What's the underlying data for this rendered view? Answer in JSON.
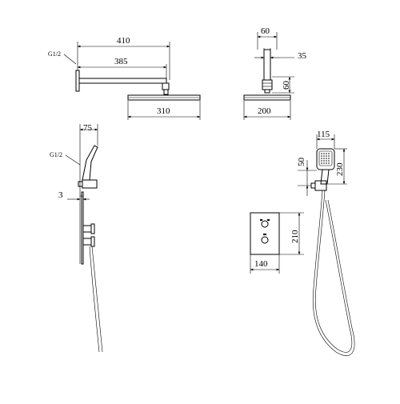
{
  "views": {
    "shower_arm_side": {
      "thread": "G1/2",
      "dim_total": "410",
      "dim_arm": "385",
      "dim_head_width": "310"
    },
    "shower_head_front": {
      "dim_top_width": "60",
      "dim_right_offset": "35",
      "dim_right_height": "60",
      "dim_head_width": "200"
    },
    "valve_side": {
      "dim_depth": "75",
      "thread": "G1/2",
      "dim_plate": "3"
    },
    "valve_front": {
      "dim_height": "210",
      "dim_width": "140"
    },
    "hand_shower": {
      "dim_head_width": "115",
      "dim_bracket": "50",
      "dim_head_height": "230"
    }
  }
}
